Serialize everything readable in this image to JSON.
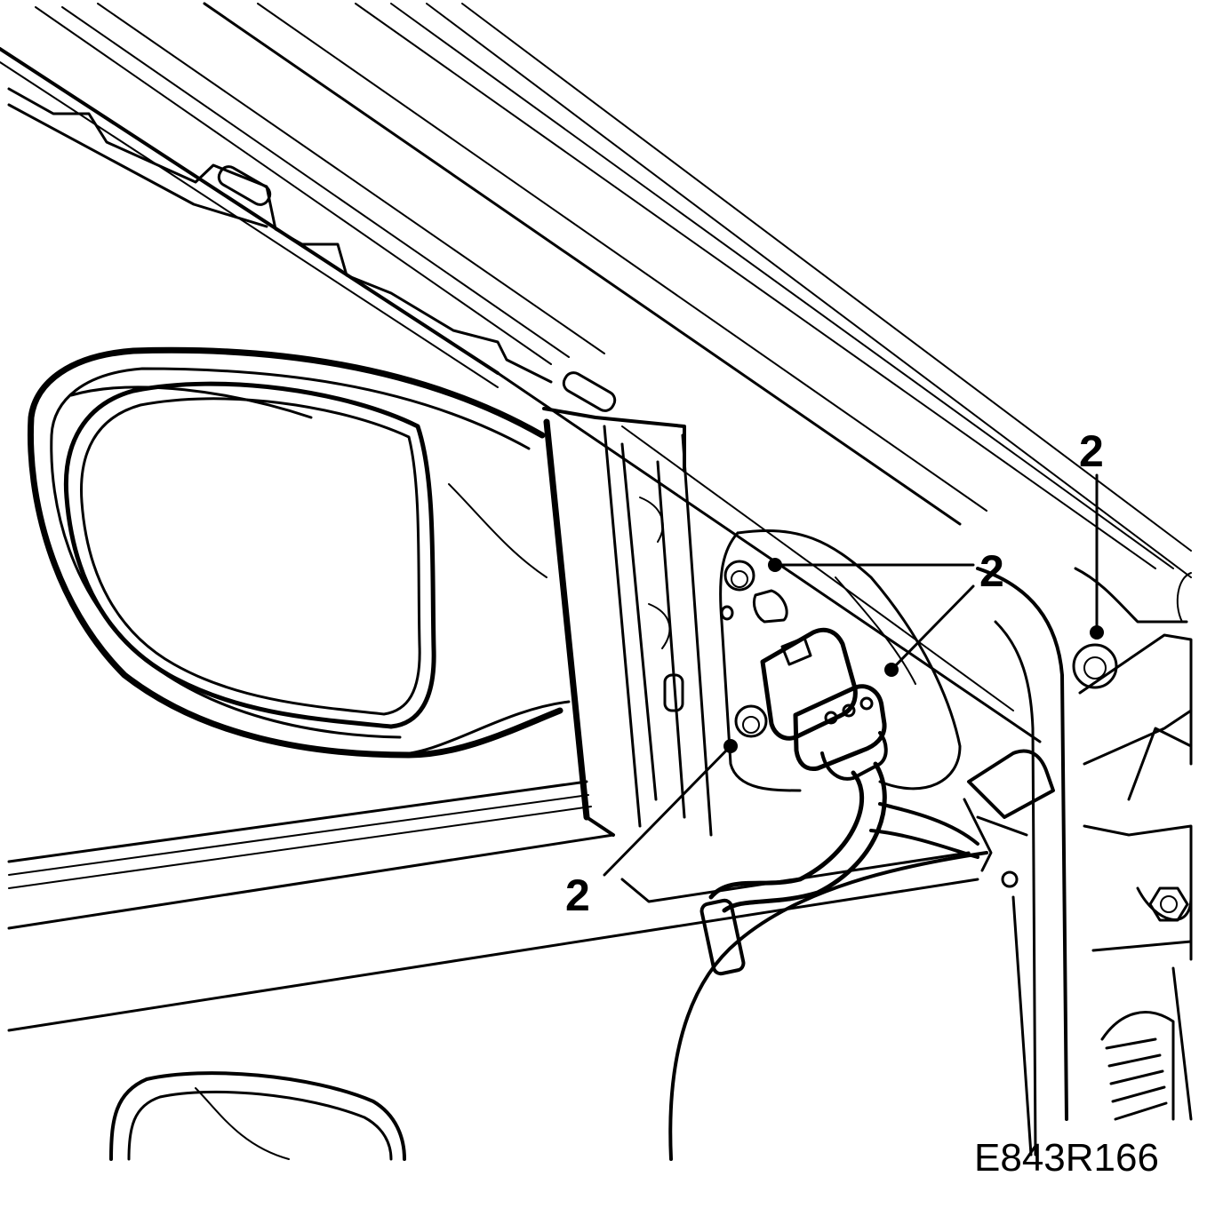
{
  "callouts": [
    {
      "id": "upper-right",
      "label": "2"
    },
    {
      "id": "middle-right",
      "label": "2"
    },
    {
      "id": "lower-left",
      "label": "2"
    }
  ],
  "figure_id": "E843R166",
  "colors": {
    "ink": "#000000",
    "paper": "#ffffff"
  }
}
